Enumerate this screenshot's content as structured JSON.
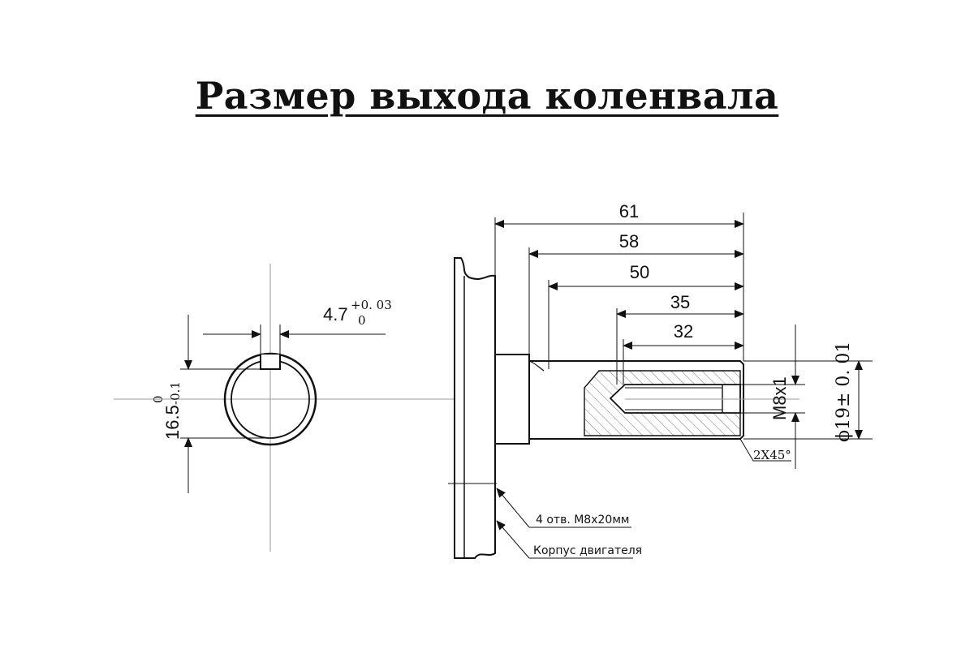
{
  "title": "Размер выхода коленвала",
  "section_view": {
    "key_width": "4.7",
    "key_width_tol_upper": "+0. 03",
    "key_width_tol_lower": "0",
    "key_depth": "16.5",
    "key_depth_tol_upper": "0",
    "key_depth_tol_lower": "-0.1"
  },
  "shaft_view": {
    "dim_total": "61",
    "dim_58": "58",
    "dim_50": "50",
    "dim_35": "35",
    "dim_32": "32",
    "thread": "M8x1",
    "diameter": "ϕ19± 0. 01",
    "chamfer": "2X45°",
    "note_holes": "4 отв. М8х20мм",
    "note_housing": "Корпус двигателя"
  }
}
